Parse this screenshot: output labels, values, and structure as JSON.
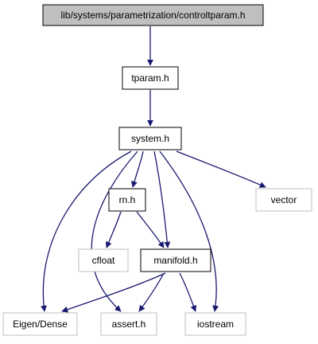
{
  "graph": {
    "colors": {
      "edge": "#191970",
      "node_border": "#000000",
      "external_border": "#bfbfbf",
      "root_fill": "#bfbfbf",
      "text": "#000000"
    },
    "nodes": [
      {
        "id": "controltparam",
        "label": "lib/systems/parametrization/controltparam.h",
        "kind": "root"
      },
      {
        "id": "tparam",
        "label": "tparam.h",
        "kind": "internal"
      },
      {
        "id": "system",
        "label": "system.h",
        "kind": "internal"
      },
      {
        "id": "rn",
        "label": "rn.h",
        "kind": "internal"
      },
      {
        "id": "vector",
        "label": "vector",
        "kind": "external"
      },
      {
        "id": "cfloat",
        "label": "cfloat",
        "kind": "external"
      },
      {
        "id": "manifold",
        "label": "manifold.h",
        "kind": "internal"
      },
      {
        "id": "eigen",
        "label": "Eigen/Dense",
        "kind": "external"
      },
      {
        "id": "assert",
        "label": "assert.h",
        "kind": "external"
      },
      {
        "id": "iostream",
        "label": "iostream",
        "kind": "external"
      }
    ],
    "edges": [
      {
        "from": "controltparam",
        "to": "tparam"
      },
      {
        "from": "tparam",
        "to": "system"
      },
      {
        "from": "system",
        "to": "eigen"
      },
      {
        "from": "system",
        "to": "assert"
      },
      {
        "from": "system",
        "to": "rn"
      },
      {
        "from": "system",
        "to": "manifold"
      },
      {
        "from": "system",
        "to": "iostream"
      },
      {
        "from": "system",
        "to": "vector"
      },
      {
        "from": "rn",
        "to": "cfloat"
      },
      {
        "from": "rn",
        "to": "manifold"
      },
      {
        "from": "manifold",
        "to": "eigen"
      },
      {
        "from": "manifold",
        "to": "assert"
      },
      {
        "from": "manifold",
        "to": "iostream"
      }
    ]
  }
}
